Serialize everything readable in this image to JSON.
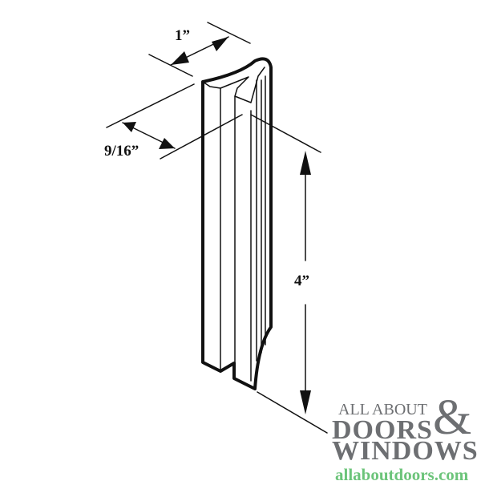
{
  "diagram": {
    "subject": "weatherstrip part drawing",
    "dimensions": {
      "width": "1”",
      "depth": "9/16”",
      "length": "4”"
    }
  },
  "logo": {
    "line1": "ALL ABOUT",
    "ampersand": "&",
    "line2": "DOORS",
    "line3": "WINDOWS",
    "url": "allaboutdoors.com",
    "colors": {
      "text": "#6d6f72",
      "url": "#6cc47a"
    }
  }
}
